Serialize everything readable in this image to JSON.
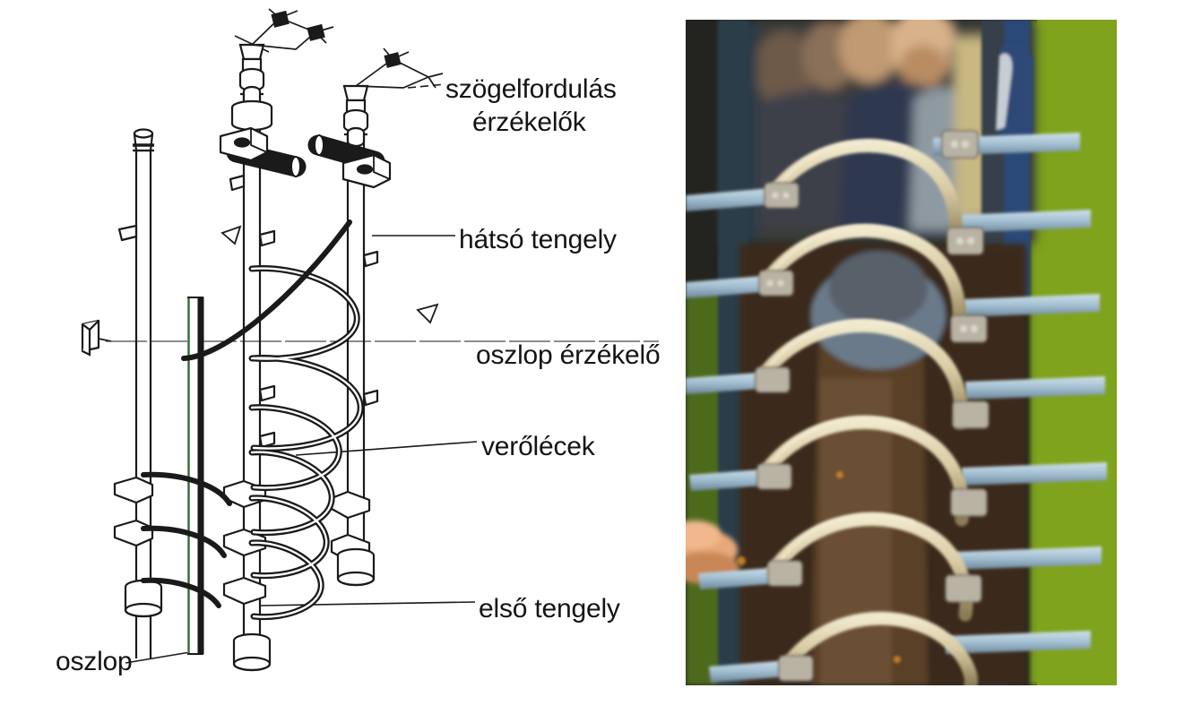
{
  "figure": {
    "type": "annotated-technical-figure",
    "language": "hu",
    "panels": [
      {
        "name": "line-drawing",
        "description": "vertical threshing rotor assembly line drawing"
      },
      {
        "name": "photograph",
        "description": "photo of helical beater drum on machine"
      }
    ]
  },
  "labels": {
    "angle_sensors_line1": "szögelfordulás",
    "angle_sensors_line2": "érzékelők",
    "rear_axle": "hátsó tengely",
    "post_sensor": "oszlop érzékelő",
    "beater_bars": "verőlécek",
    "front_axle": "első tengely",
    "post": "oszlop"
  },
  "colors": {
    "page_background": "#ffffff",
    "ink": "#141414",
    "drawing_line": "#1a1a1a",
    "post_green_edge": "#2f6b2f",
    "photo_grass": "#7a9e1a",
    "photo_dark": "#2a2b26",
    "photo_rail": "#d8cda6",
    "photo_bar_blue": "#a8c4d6",
    "photo_machine_blue": "#2d4a78",
    "photo_ground": "#4a3524",
    "photo_skin": "#e8a878"
  }
}
